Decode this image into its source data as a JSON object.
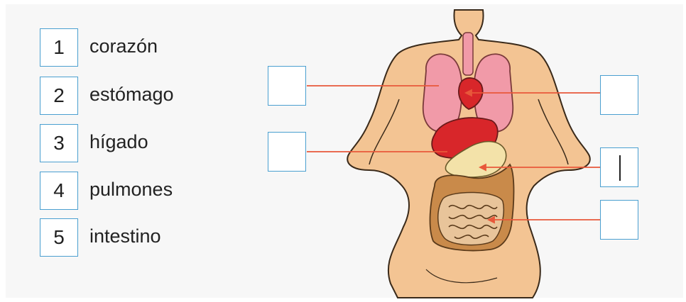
{
  "legend": [
    {
      "number": "1",
      "label": "corazón"
    },
    {
      "number": "2",
      "label": "estómago"
    },
    {
      "number": "3",
      "label": "hígado"
    },
    {
      "number": "4",
      "label": "pulmones"
    },
    {
      "number": "5",
      "label": "intestino"
    }
  ],
  "answer_boxes": [
    {
      "value": ""
    },
    {
      "value": ""
    },
    {
      "value": ""
    },
    {
      "value": ""
    },
    {
      "value": ""
    },
    {
      "value": ""
    }
  ],
  "colors": {
    "box_border": "#4a9fd0",
    "pointer_line": "#e8583a",
    "skin": "#f3c493",
    "organ_red": "#d8262a",
    "lung_pink": "#f19aa8",
    "stomach_beige": "#f3e2a9",
    "intestine_brown": "#c98a4a"
  }
}
